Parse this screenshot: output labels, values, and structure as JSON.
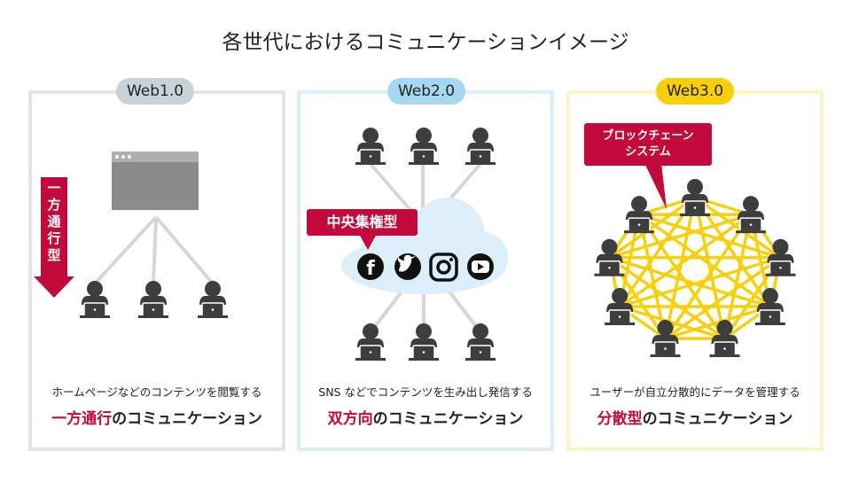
{
  "title": "各世代におけるコミュニケーションイメージ",
  "colors": {
    "accent_red": "#c4093c",
    "web1": "#c9d2d8",
    "web2": "#a7d8f1",
    "web3": "#f7cf0b",
    "cloud": "#dceef9",
    "link_gray": "#d6d6d6",
    "chain_yellow": "#f7cf0b",
    "user_dark": "#3d3d3d"
  },
  "panels": [
    {
      "label": "Web1.0",
      "arrow_label": "一方通行型",
      "description": "ホームページなどのコンテンツを閲覧する",
      "tagline_highlight": "一方通行",
      "tagline_rest": "のコミュニケーション",
      "icons": [
        "browser-window-icon",
        "user-pc-icon"
      ]
    },
    {
      "label": "Web2.0",
      "center_label": "中央集権型",
      "services": [
        "facebook-icon",
        "twitter-icon",
        "instagram-icon",
        "youtube-icon"
      ],
      "description": "SNS などでコンテンツを生み出し発信する",
      "tagline_highlight": "双方向",
      "tagline_rest": "のコミュニケーション"
    },
    {
      "label": "Web3.0",
      "chain_label_line1": "ブロックチェーン",
      "chain_label_line2": "システム",
      "description": "ユーザーが自立分散的にデータを管理する",
      "tagline_highlight": "分散型",
      "tagline_rest": "のコミュニケーション"
    }
  ]
}
